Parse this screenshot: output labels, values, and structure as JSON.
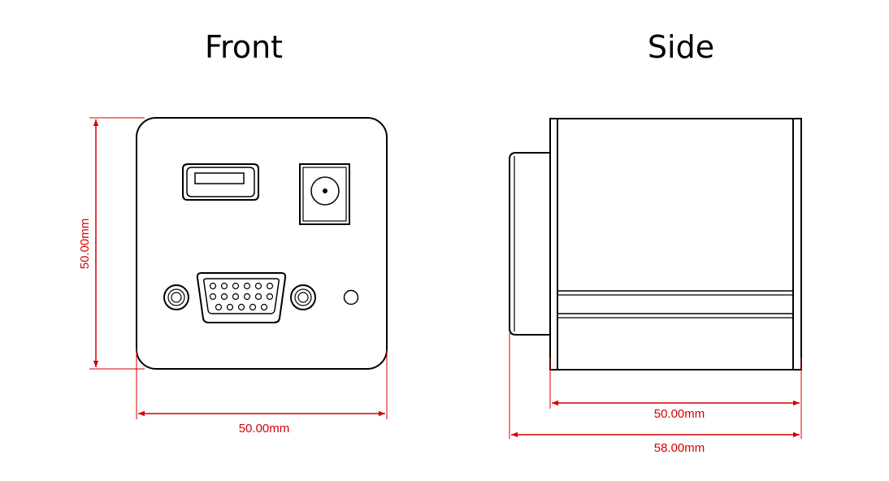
{
  "front": {
    "title": "Front",
    "height_dim": "50.00mm",
    "width_dim": "50.00mm"
  },
  "side": {
    "title": "Side",
    "body_dim": "50.00mm",
    "total_dim": "58.00mm"
  },
  "colors": {
    "outline": "#000000",
    "dimension": "#d40000"
  }
}
